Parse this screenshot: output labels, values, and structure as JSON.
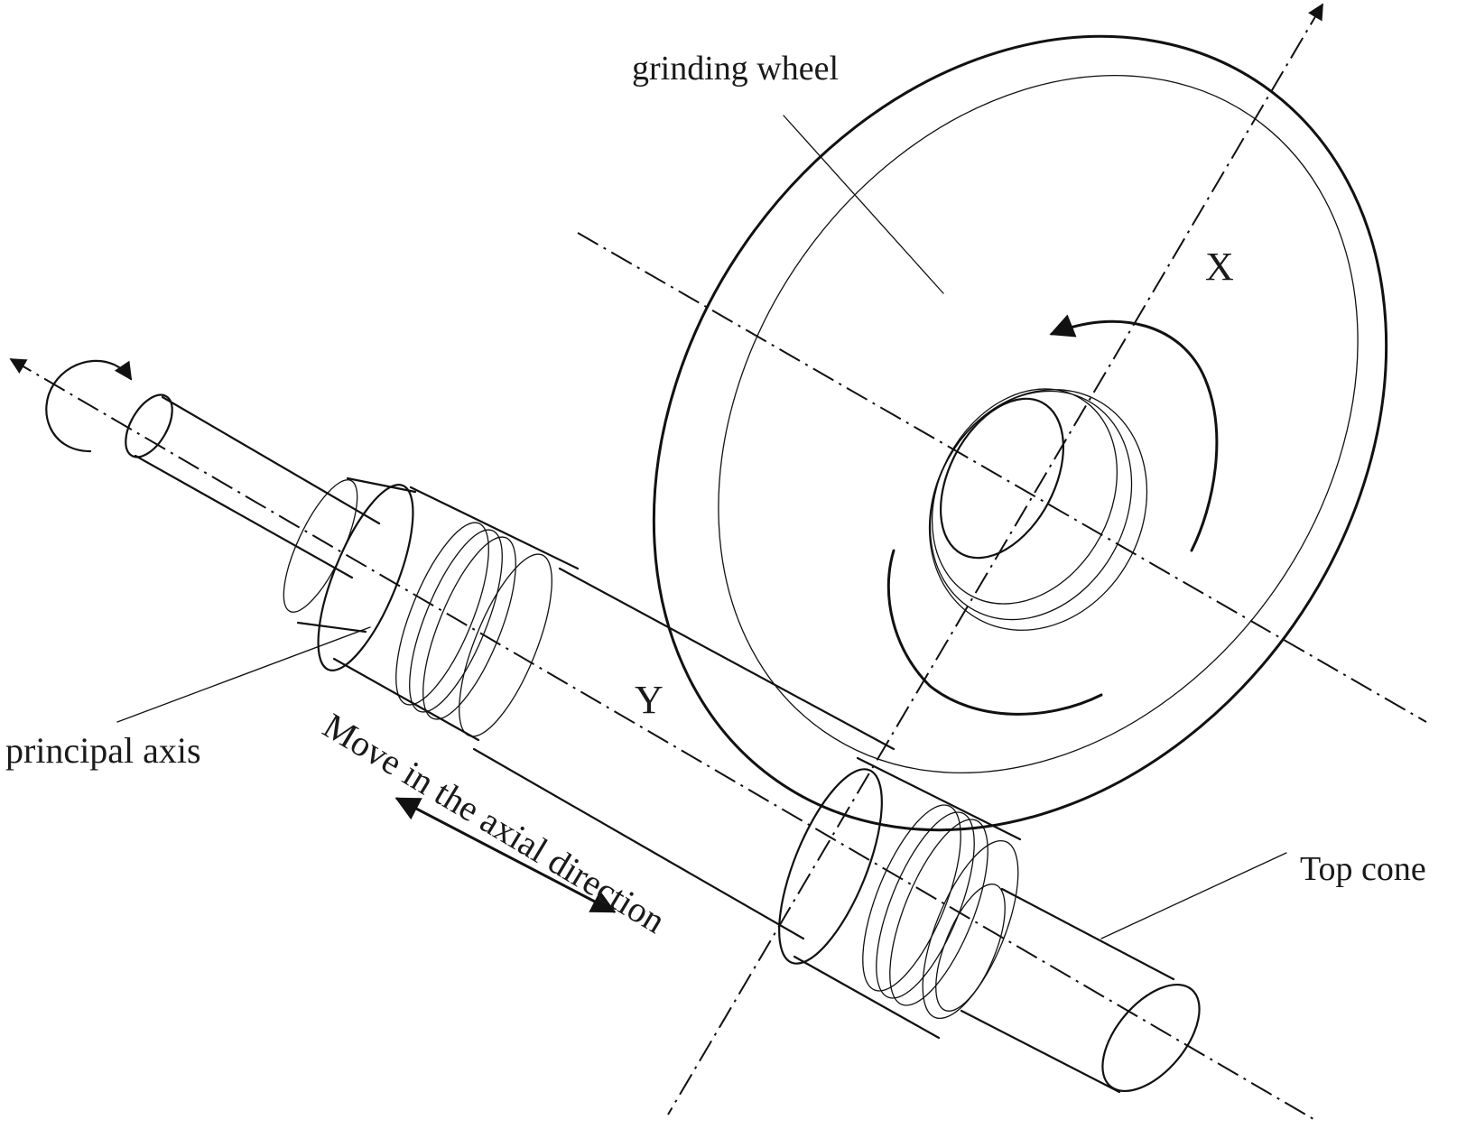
{
  "labels": {
    "grinding_wheel": "grinding wheel",
    "axis_x": "X",
    "axis_y": "Y",
    "principal_axis": "principal axis",
    "move_axial": "Move in the axial direction",
    "top_cone": "Top cone"
  },
  "colors": {
    "ink": "#111111",
    "background": "#ffffff"
  }
}
